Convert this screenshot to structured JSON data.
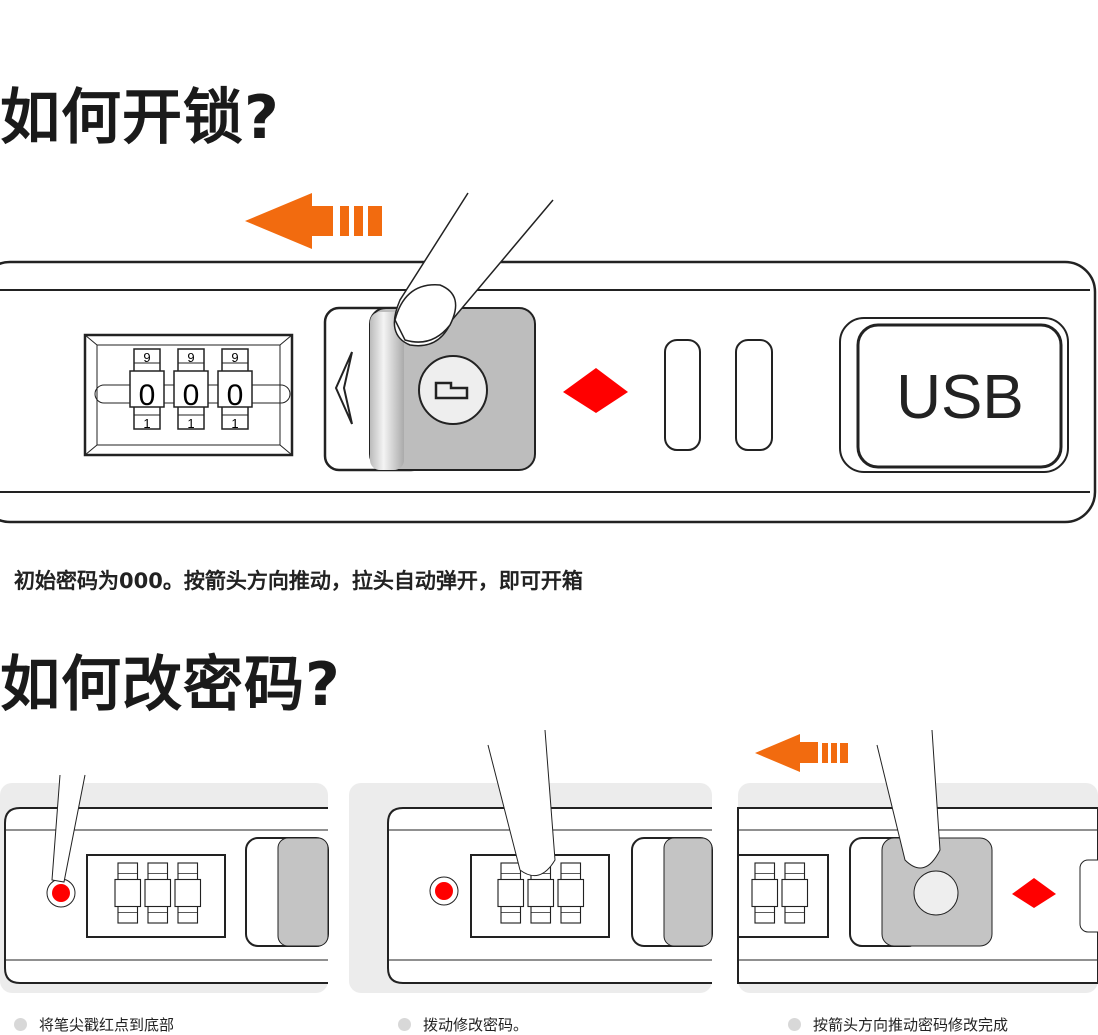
{
  "section_unlock": {
    "title": "如何开锁?",
    "description": "初始密码为000。按箭头方向推动，拉头自动弹开，即可开箱",
    "usb_label": "USB",
    "dial_top": "9",
    "dial_mid": "0",
    "dial_bottom": "1"
  },
  "section_change": {
    "title": "如何改密码?",
    "steps": [
      {
        "caption": "将笔尖戳红点到底部"
      },
      {
        "caption": "拨动修改密码。"
      },
      {
        "caption": "按箭头方向推动密码修改完成"
      }
    ]
  },
  "colors": {
    "arrow": "#f26b0f",
    "indicator": "#ff0000",
    "panel_bg": "#ececec"
  }
}
